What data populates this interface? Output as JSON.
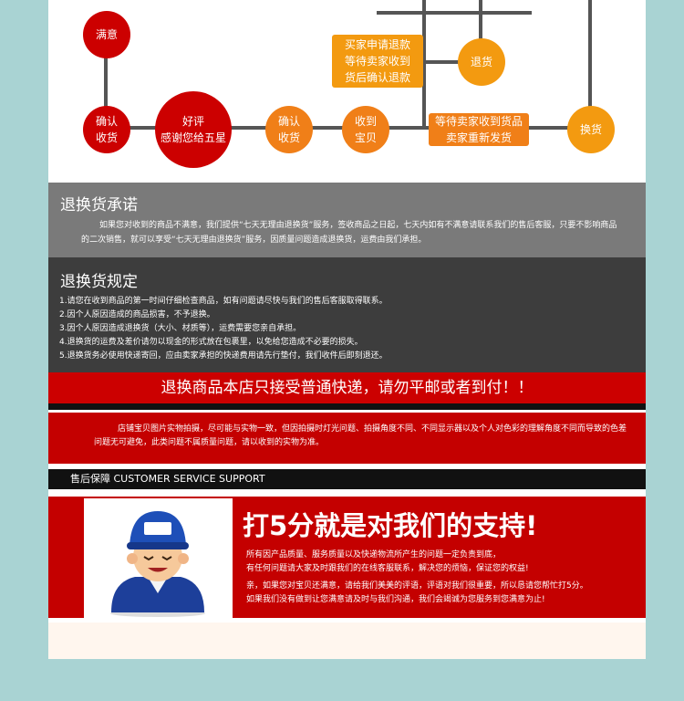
{
  "flow": {
    "satisfied": "满意",
    "confirm_receipt_left": "确认\n收货",
    "good_review": "好评\n感谢您给五星",
    "confirm_receipt_mid": "确认\n收货",
    "received_item": "收到\n宝贝",
    "seller_refund_box": "买家申请退款\n等待卖家收到\n货后确认退款",
    "return_goods": "退货",
    "exchange_box": "等待卖家收到货品\n卖家重新发货",
    "exchange_goods": "换货"
  },
  "commitment": {
    "title": "退换货承诺",
    "text": "如果您对收到的商品不满意，我们提供“七天无理由退换货”服务，签收商品之日起，七天内如有不满意请联系我们的售后客服，只要不影响商品的二次销售，就可以享受“七天无理由退换货”服务，因质量问题造成退换货，运费由我们承担。"
  },
  "rules": {
    "title": "退换货规定",
    "items": [
      "1.请您在收到商品的第一时间仔细检查商品，如有问题请尽快与我们的售后客服取得联系。",
      "2.因个人原因造成的商品损害，不予退换。",
      "3.因个人原因造成退换货（大小、材质等），运费需要您亲自承担。",
      "4.退换货的运费及差价请勿以现金的形式放在包裹里，以免给您造成不必要的损失。",
      "5.退换货务必使用快递寄回，应由卖家承担的快递费用请先行垫付，我们收件后即刻退还。"
    ]
  },
  "banner": {
    "text": "退换商品本店只接受普通快递，请勿平邮或者到付！！"
  },
  "note": {
    "text": "店铺宝贝图片实物拍摄，尽可能与实物一致，但因拍摄时灯光问题、拍摄角度不同、不同显示器以及个人对色彩的理解角度不同而导致的色差问题无可避免，此类问题不属质量问题，请以收到的实物为准。"
  },
  "support": {
    "header": "售后保障 CUSTOMER SERVICE SUPPORT",
    "headline": "打5分就是对我们的支持!",
    "p1": "所有因产品质量、服务质量以及快递物流所产生的问题一定负责到底，",
    "p2": "有任何问题请大家及时跟我们的在线客服联系，解决您的烦恼，保证您的权益!",
    "p3": "亲，如果您对宝贝还满意，请给我们美美的评语，评语对我们很重要，所以恳请您帮忙打5分。",
    "p4": "如果我们没有做到让您满意请及时与我们沟通，我们会竭诚为您服务到您满意为止!"
  },
  "colors": {
    "red": "#cc0000",
    "orange": "#f07f18",
    "amber": "#f39a10",
    "gray": "#7a7a7a",
    "dark": "#3d3d3d"
  }
}
